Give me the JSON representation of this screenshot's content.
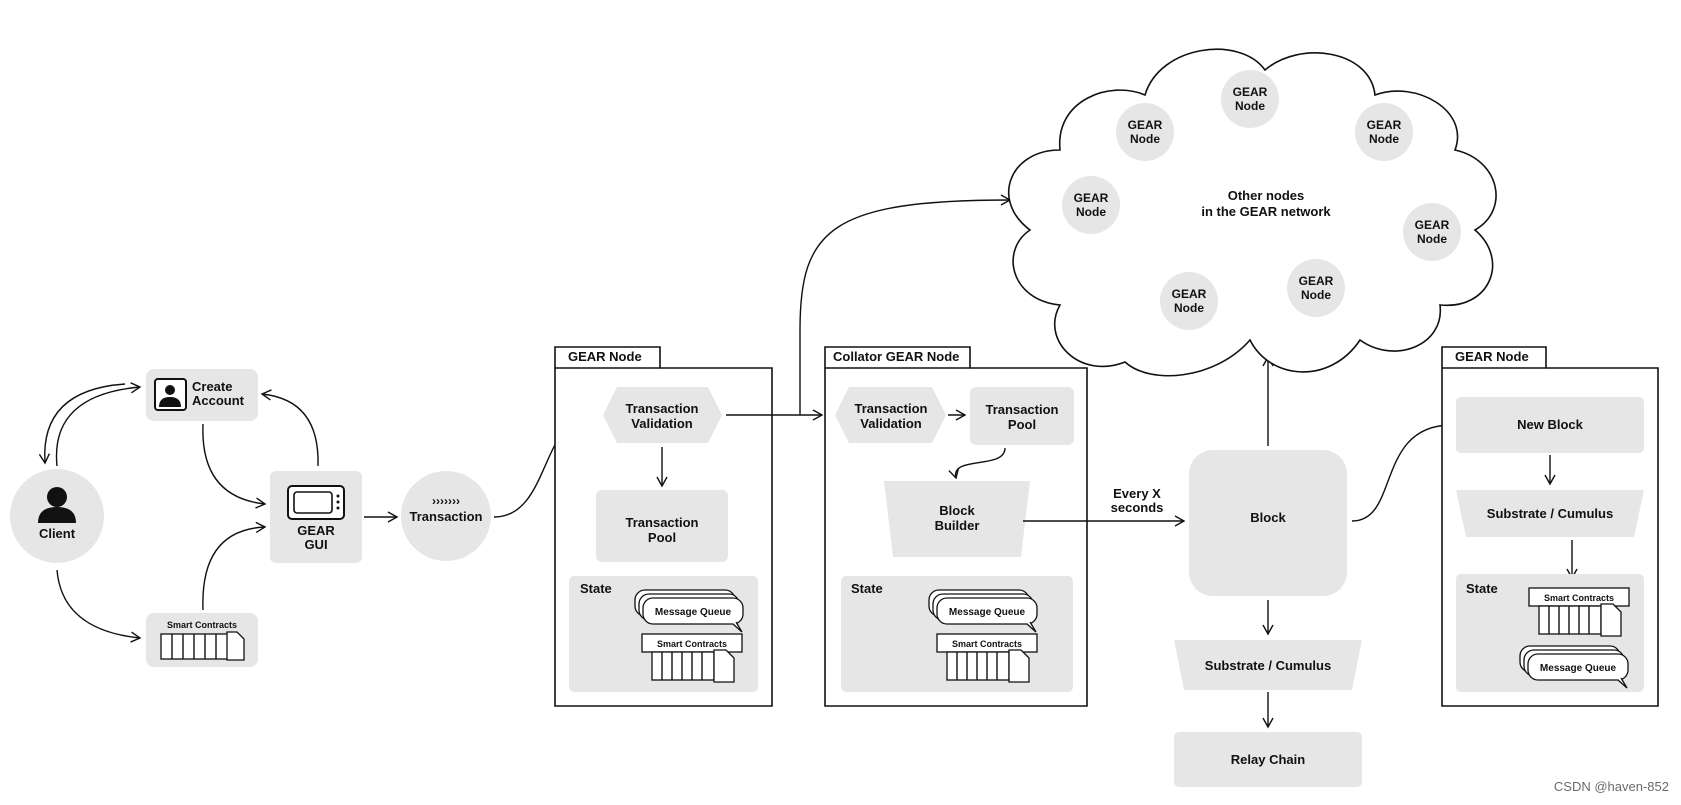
{
  "client": {
    "label": "Client"
  },
  "create_account": {
    "line1": "Create",
    "line2": "Account"
  },
  "smart_contracts_source": {
    "label": "Smart Contracts"
  },
  "gear_gui": {
    "line1": "GEAR",
    "line2": "GUI"
  },
  "transaction": {
    "chevrons": "›››››››",
    "label": "Transaction"
  },
  "node1": {
    "title": "GEAR Node",
    "validation": {
      "line1": "Transaction",
      "line2": "Validation"
    },
    "pool": {
      "line1": "Transaction",
      "line2": "Pool"
    },
    "state_label": "State",
    "message_queue": "Message Queue",
    "smart_contracts": "Smart Contracts"
  },
  "collator": {
    "title": "Collator GEAR Node",
    "validation": {
      "line1": "Transaction",
      "line2": "Validation"
    },
    "pool": {
      "line1": "Transaction",
      "line2": "Pool"
    },
    "builder": {
      "line1": "Block",
      "line2": "Builder"
    },
    "state_label": "State",
    "message_queue": "Message Queue",
    "smart_contracts": "Smart Contracts"
  },
  "interval": {
    "line1": "Every X",
    "line2": "seconds"
  },
  "block": {
    "label": "Block"
  },
  "substrate_center": "Substrate / Cumulus",
  "relay_chain": "Relay Chain",
  "cloud": {
    "line1": "Other nodes",
    "line2": "in the GEAR network",
    "node_line1": "GEAR",
    "node_line2": "Node"
  },
  "node3": {
    "title": "GEAR Node",
    "new_block": "New Block",
    "substrate": "Substrate / Cumulus",
    "state_label": "State",
    "smart_contracts": "Smart Contracts",
    "message_queue": "Message Queue"
  },
  "watermark": "CSDN @haven-852",
  "colors": {
    "fill": "#e6e6e6",
    "stroke": "#111111",
    "background": "#ffffff"
  }
}
